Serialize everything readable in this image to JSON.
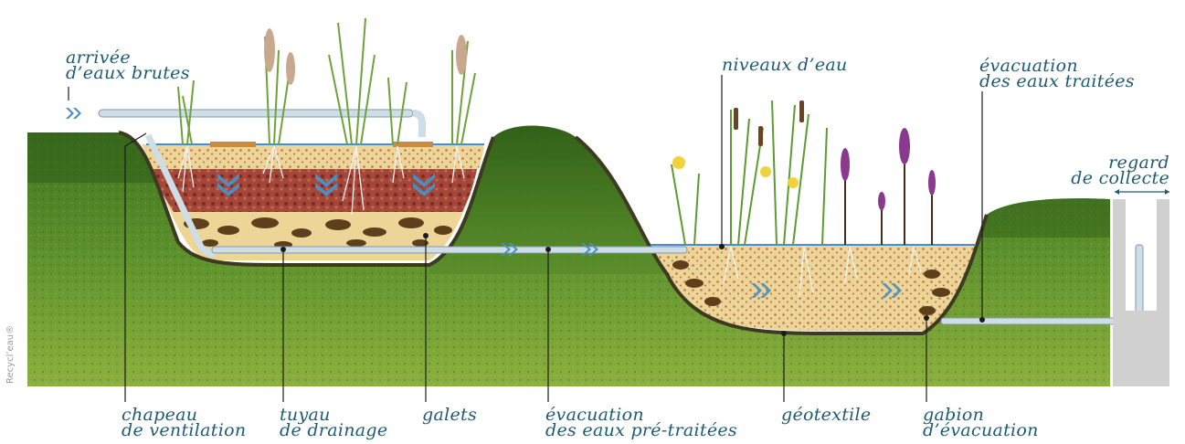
{
  "labels": {
    "inlet": [
      "arrivée",
      "d’eaux brutes"
    ],
    "water_levels": "niveaux d’eau",
    "outlet": [
      "évacuation",
      "des eaux traitées"
    ],
    "manhole": [
      "regard",
      "de collecte"
    ],
    "vent_cap": [
      "chapeau",
      "de ventilation"
    ],
    "drain_pipe": [
      "tuyau",
      "de drainage"
    ],
    "pebbles": "galets",
    "pretreated_outlet": [
      "évacuation",
      "des eaux pré-traitées"
    ],
    "geotextile": "géotextile",
    "gabion": [
      "gabion",
      "d’évacuation"
    ]
  },
  "credit": "Recycl’eau®",
  "colors": {
    "grass_dark": "#3a6b1d",
    "grass_mid": "#5c8f2b",
    "grass_light": "#8fb23f",
    "soil_outline": "#3d3a22",
    "gravel_beige": "#e8cd8a",
    "gravel_red": "#9c3a2e",
    "pebble_brown": "#5e3f1c",
    "pipe": "#cfdde6",
    "water": "#4a8fc4",
    "label_text": "#1e5a73",
    "flower_yellow": "#f0d23a",
    "flower_purple": "#8a3a8c"
  }
}
